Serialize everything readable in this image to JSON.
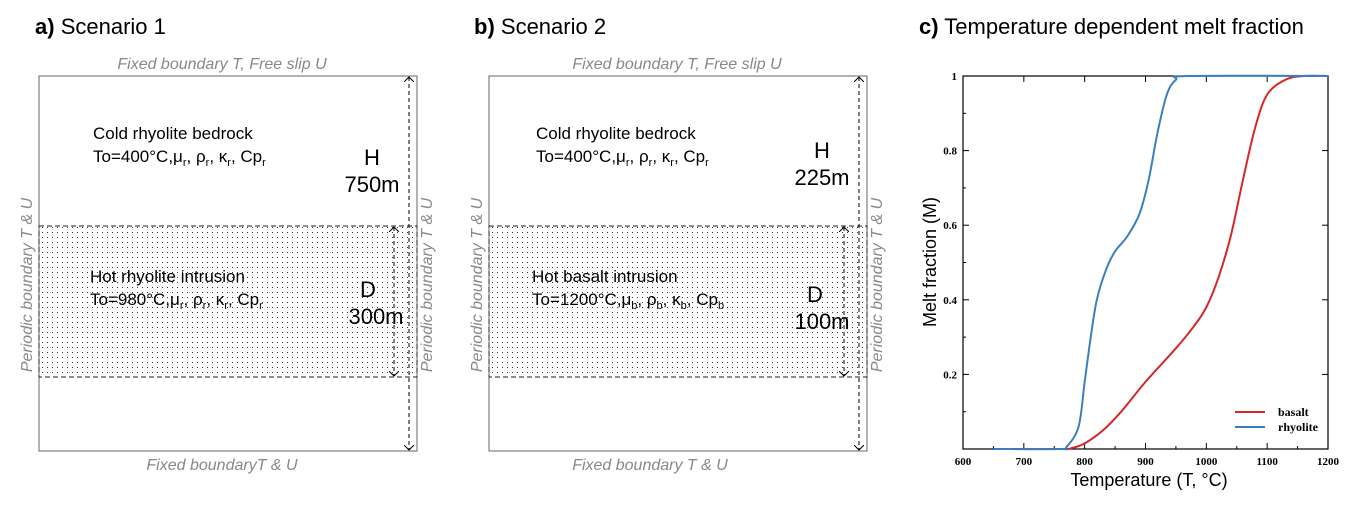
{
  "panels": [
    {
      "letter": "a)",
      "title": "Scenario 1",
      "top": "Fixed boundary T, Free slip U",
      "bottom": "Fixed boundaryT & U",
      "side": "Periodic boundary T & U",
      "upper_name": "Cold rhyolite bedrock",
      "upper_props": "To=400°C,μ",
      "upper_sub": "r",
      "lower_name": "Hot rhyolite intrusion",
      "lower_temp": "To=980°C,μ",
      "lower_sub": "r",
      "H_label": "H",
      "H_value": "750m",
      "D_label": "D",
      "D_value": "300m"
    },
    {
      "letter": "b)",
      "title": "Scenario 2",
      "top": "Fixed boundary T, Free slip U",
      "bottom": "Fixed boundary T & U",
      "side": "Periodic boundary T & U",
      "upper_name": "Cold rhyolite bedrock",
      "upper_props": "To=400°C,μ",
      "upper_sub": "r",
      "lower_name": "Hot basalt intrusion",
      "lower_temp": "To=1200°C,μ",
      "lower_sub": "b",
      "H_label": "H",
      "H_value": "225m",
      "D_label": "D",
      "D_value": "100m"
    }
  ],
  "chart_data": {
    "type": "line",
    "letter": "c)",
    "title": "Temperature dependent melt fraction",
    "xlabel": "Temperature (T, °C)",
    "ylabel": "Melt fraction (M)",
    "xlim": [
      600,
      1200
    ],
    "ylim": [
      0,
      1
    ],
    "xticks": [
      600,
      700,
      800,
      900,
      1000,
      1100,
      1200
    ],
    "yticks": [
      0.2,
      0.4,
      0.6,
      0.8,
      1
    ],
    "ytick_labels": [
      "0.2",
      "0.4",
      "0.6",
      "0.8",
      "1"
    ],
    "legend": "bottom-right",
    "series": [
      {
        "name": "basalt",
        "color": "#d62728",
        "x": [
          650,
          760,
          780,
          800,
          830,
          860,
          900,
          950,
          980,
          1000,
          1020,
          1040,
          1060,
          1080,
          1100,
          1130,
          1160,
          1200
        ],
        "y": [
          0,
          0,
          0.003,
          0.015,
          0.05,
          0.1,
          0.18,
          0.27,
          0.33,
          0.38,
          0.46,
          0.57,
          0.72,
          0.86,
          0.95,
          0.99,
          1,
          1
        ]
      },
      {
        "name": "rhyolite",
        "color": "#3a7fbf",
        "x": [
          650,
          760,
          770,
          790,
          800,
          810,
          820,
          835,
          850,
          870,
          890,
          905,
          920,
          935,
          950,
          970,
          1200
        ],
        "y": [
          0,
          0,
          0.005,
          0.06,
          0.18,
          0.3,
          0.4,
          0.48,
          0.53,
          0.57,
          0.63,
          0.72,
          0.85,
          0.95,
          0.99,
          1,
          1
        ]
      }
    ]
  }
}
